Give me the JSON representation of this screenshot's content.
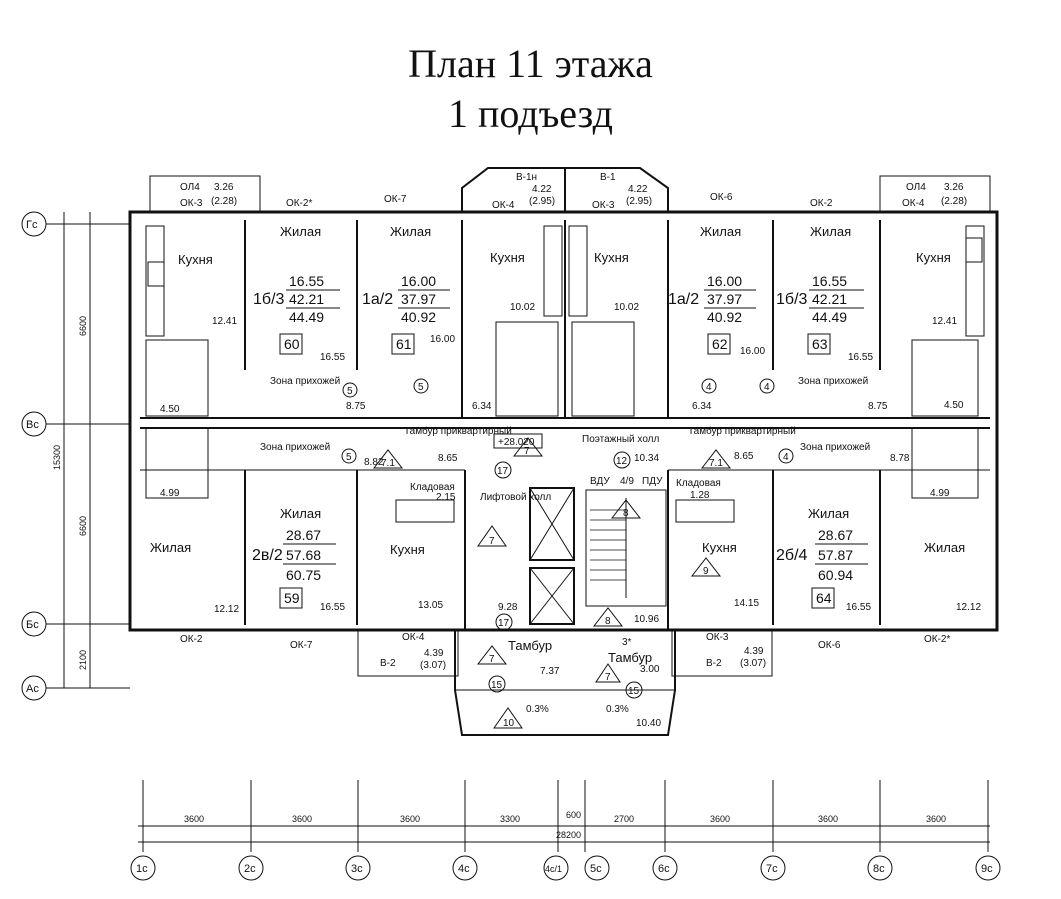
{
  "title": "План 11 этажа",
  "subtitle": "1 подъезд",
  "apartments": [
    {
      "no": "60",
      "code": "1б/3",
      "living": "16.55",
      "usable": "42.21",
      "total": "44.49"
    },
    {
      "no": "61",
      "code": "1а/2",
      "living": "16.00",
      "usable": "37.97",
      "total": "40.92"
    },
    {
      "no": "62",
      "code": "1а/2",
      "living": "16.00",
      "usable": "37.97",
      "total": "40.92"
    },
    {
      "no": "63",
      "code": "1б/3",
      "living": "16.55",
      "usable": "42.21",
      "total": "44.49"
    },
    {
      "no": "59",
      "code": "2в/2",
      "living": "28.67",
      "usable": "57.68",
      "total": "60.75"
    },
    {
      "no": "64",
      "code": "2б/4",
      "living": "28.67",
      "usable": "57.87",
      "total": "60.94"
    }
  ],
  "rooms": {
    "kitchen": "Кухня",
    "living": "Жилая",
    "hall_zone": "Зона прихожей",
    "tambour_apt": "Тамбур приквартирный",
    "pantry": "Кладовая",
    "lift_hall": "Лифтовой холл",
    "floor_hall": "Поэтажный холл",
    "tambour": "Тамбур"
  },
  "elevation": "+28.020",
  "slope": "0.3%",
  "areas": {
    "k1": "12.41",
    "z1": "16.55",
    "b1": "4.50",
    "h1": "8.75",
    "k2": "16.00",
    "k3": "10.02",
    "k4": "10.02",
    "k5": "16.00",
    "z2": "16.55",
    "k6": "12.41",
    "b2": "4.50",
    "h2": "8.75",
    "c1": "6.34",
    "c2": "6.34",
    "h3": "8.82",
    "b3": "4.99",
    "p1": "8.65",
    "pan1": "2.15",
    "p2": "10.34",
    "p3": "8.65",
    "pan2": "1.28",
    "h4": "8.78",
    "b4": "4.99",
    "l1": "12.12",
    "l2": "16.55",
    "k7": "13.05",
    "lh": "9.28",
    "st": "10.96",
    "k8": "14.15",
    "l3": "16.55",
    "l4": "12.12",
    "tm1": "7.37",
    "tm2": "3.00",
    "v1": "10.40"
  },
  "room_numbers": [
    "5",
    "5",
    "4",
    "4",
    "5",
    "4",
    "17",
    "12",
    "17",
    "15",
    "15"
  ],
  "markers": [
    "7.1",
    "7.1",
    "7",
    "7",
    "7",
    "8",
    "8",
    "9",
    "10",
    "7"
  ],
  "windows": {
    "ok2a": "ОК-2*",
    "ok7a": "ОК-7",
    "ok4a": "ОК-4",
    "ok3a": "ОК-3",
    "ok6a": "ОК-6",
    "ok2b": "ОК-2",
    "ok3b": "ОК-3",
    "ok4b": "ОК-4",
    "ok2c": "ОК-2",
    "ok7b": "ОК-7",
    "ok4c": "ОК-4",
    "ok3c": "ОК-3",
    "ok6b": "ОК-6",
    "ok2d": "ОК-2*",
    "ol4a": "ОЛ4",
    "ol4b": "ОЛ4",
    "v1n": "В-1н",
    "v1": "В-1",
    "v2a": "В-2",
    "v2b": "В-2",
    "bal1": "3.26",
    "bal1b": "(2.28)",
    "bal2": "4.22",
    "bal2b": "(2.95)",
    "bal3": "4.22",
    "bal3b": "(2.95)",
    "bal4": "3.26",
    "bal4b": "(2.28)",
    "bal5": "4.39",
    "bal5b": "(3.07)",
    "bal6": "4.39",
    "bal6b": "(3.07)",
    "vdu1": "ВДУ",
    "pdu": "ПДУ",
    "lvl": "4/9",
    "r3": "3*"
  },
  "axes_bottom": [
    "1с",
    "2с",
    "3с",
    "4с",
    "4с/1",
    "5с",
    "6с",
    "7с",
    "8с",
    "9с"
  ],
  "axes_left": [
    "Гс",
    "Вс",
    "Бс",
    "Ас"
  ],
  "dims_bottom": [
    "3600",
    "3600",
    "3600",
    "3300",
    "600",
    "2700",
    "3600",
    "3600",
    "3600"
  ],
  "total_width": "28200",
  "dims_left": [
    "6600",
    "6600",
    "2100"
  ],
  "total_height": "15300"
}
